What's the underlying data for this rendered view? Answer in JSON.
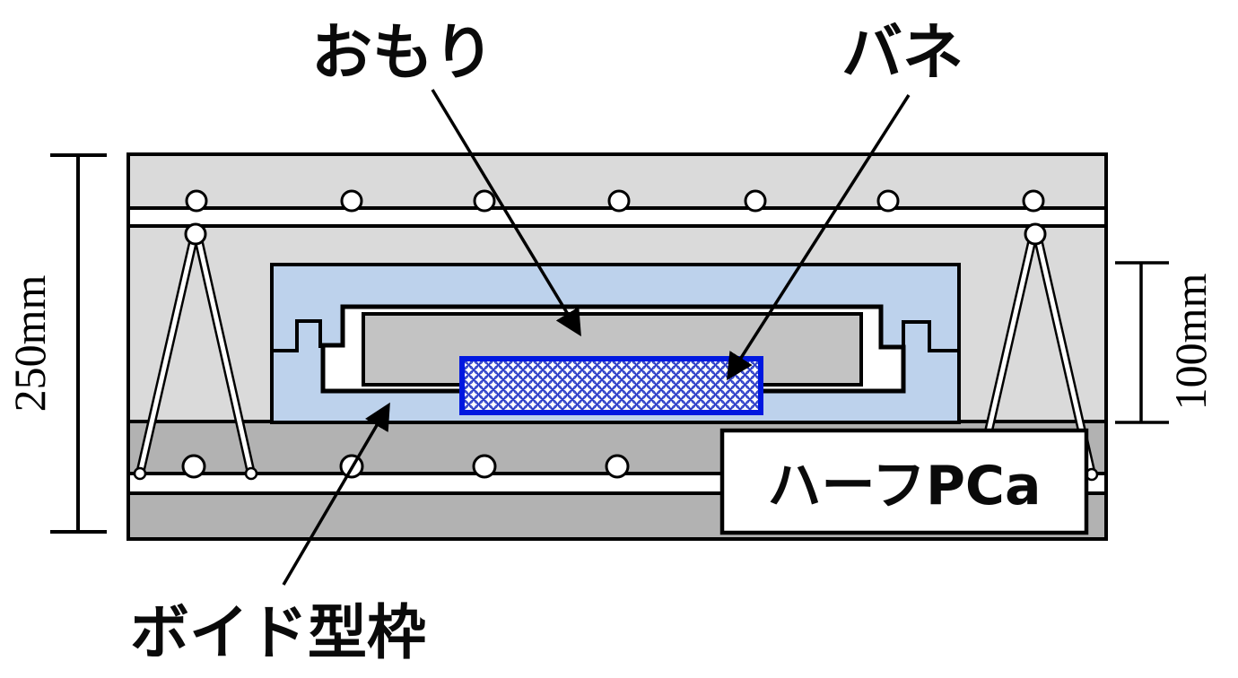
{
  "figure": {
    "callouts": {
      "weight": "おもり",
      "spring": "バネ",
      "void_form": "ボイド型枠",
      "half_pca": "ハーフPCa"
    },
    "dimensions": {
      "overall_height": "250mm",
      "void_height": "100mm"
    },
    "colors": {
      "slab_gray": "#dadada",
      "pca_gray": "#b2b2b2",
      "weight_gray": "#c3c3c3",
      "void_blue": "#bdd2ec",
      "spring_border": "#0018e0",
      "hatch_blue": "#2a3cc8",
      "line_black": "#000000",
      "white": "#ffffff"
    }
  }
}
